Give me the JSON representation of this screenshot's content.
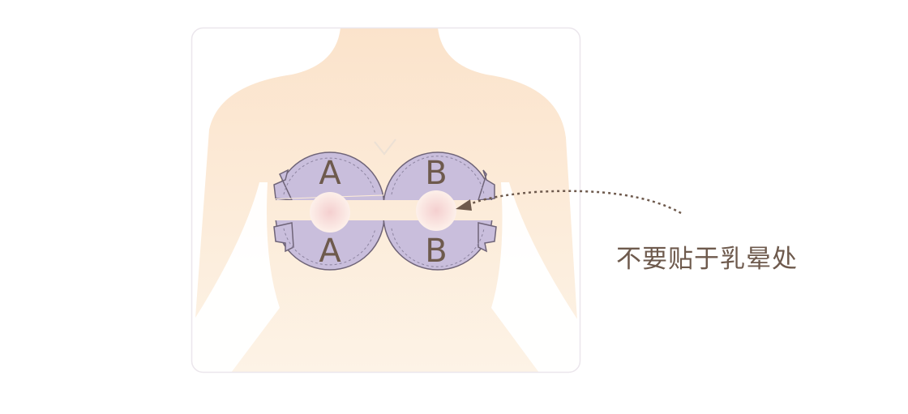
{
  "pads": {
    "upper_left": "A",
    "lower_left": "A",
    "upper_right": "B",
    "lower_right": "B"
  },
  "caption": "不要贴于乳晕处",
  "colors": {
    "pad_fill": "#c9bedc",
    "pad_stroke": "#6f6478",
    "text": "#6e5a4d",
    "skin_top": "#fbe3cb",
    "skin_bottom": "#fdf2e4"
  }
}
